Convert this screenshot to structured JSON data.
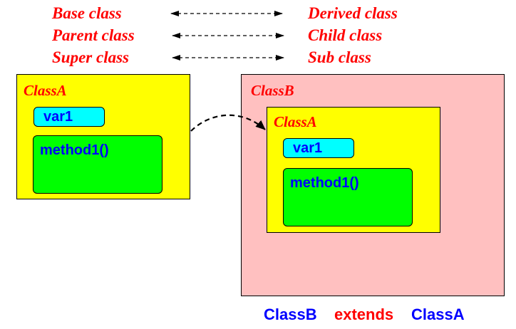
{
  "colors": {
    "term_text": "#ff0000",
    "class_title": "#ff0000",
    "member_text": "#0000ff",
    "classA_fill": "#ffff00",
    "classB_fill": "#ffc0c0",
    "var_fill": "#00ffff",
    "method_fill": "#00ff00",
    "keyword_text": "#ff0000"
  },
  "terms": [
    {
      "left": "Base class",
      "right": "Derived class"
    },
    {
      "left": "Parent class",
      "right": "Child class"
    },
    {
      "left": "Super class",
      "right": "Sub class"
    }
  ],
  "standalone_class": {
    "title": "ClassA",
    "variable": "var1",
    "method": "method1()"
  },
  "derived_class": {
    "title": "ClassB",
    "inner": {
      "title": "ClassA",
      "variable": "var1",
      "method": "method1()"
    }
  },
  "caption": {
    "subclass": "ClassB",
    "keyword": "extends",
    "superclass": "ClassA"
  }
}
